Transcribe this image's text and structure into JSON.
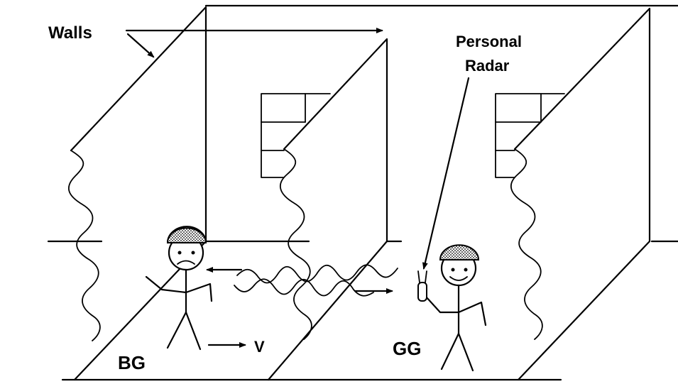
{
  "labels": {
    "walls": "Walls",
    "personal_radar_line1": "Personal",
    "personal_radar_line2": "Radar",
    "bad_guy": "BG",
    "good_guy": "GG",
    "velocity": "V"
  },
  "icons": {
    "bad_guy_figure": "frowning-stick-figure-icon",
    "good_guy_figure": "smiling-stick-figure-icon",
    "radar_device": "handheld-radar-icon"
  },
  "colors": {
    "ink": "#000000",
    "background": "#ffffff"
  }
}
